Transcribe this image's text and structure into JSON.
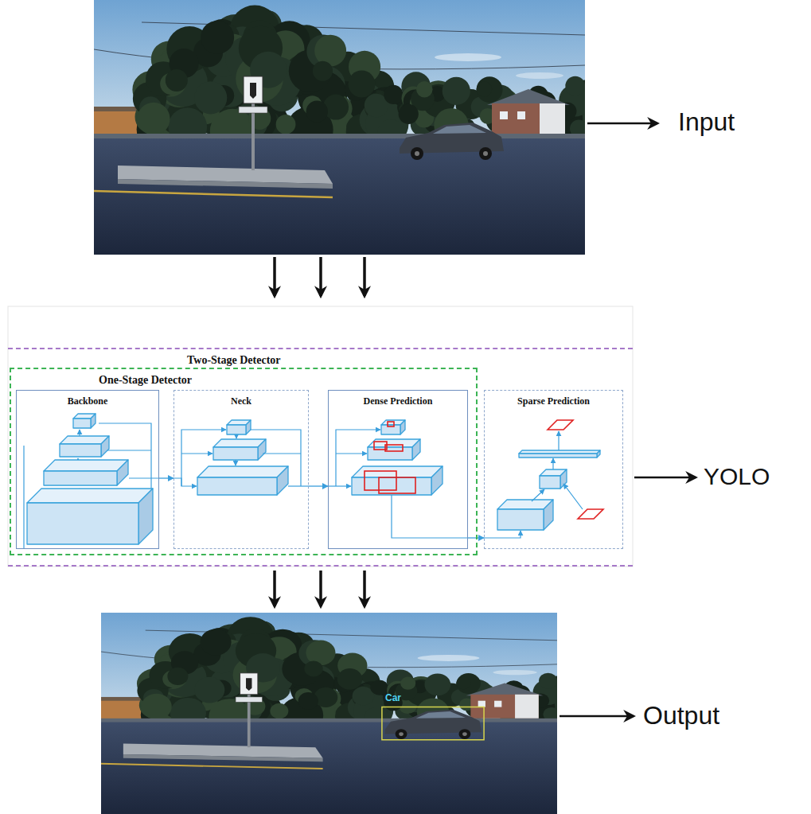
{
  "diagram": {
    "nodes": [
      {
        "text": [
          "Two-Stage Detector"
        ]
      },
      {
        "text": [
          "One-Stage Detector"
        ],
        "in": 0
      },
      {
        "text": [
          "Backbone"
        ],
        "in": 1
      },
      {
        "text": [
          "Neck"
        ],
        "in": 1
      },
      {
        "text": [
          "Dense Prediction"
        ],
        "in": 1
      },
      {
        "text": [
          "Sparse Prediction"
        ],
        "in": 0
      }
    ],
    "edges": [
      {
        "from": 2,
        "to": 3,
        "arrow": "to"
      },
      {
        "from": 3,
        "to": 4,
        "arrow": "to"
      },
      {
        "from": 4,
        "to": 5,
        "arrow": "to"
      }
    ],
    "labels": [
      "Input",
      "YOLO",
      "Car",
      "Output"
    ]
  }
}
